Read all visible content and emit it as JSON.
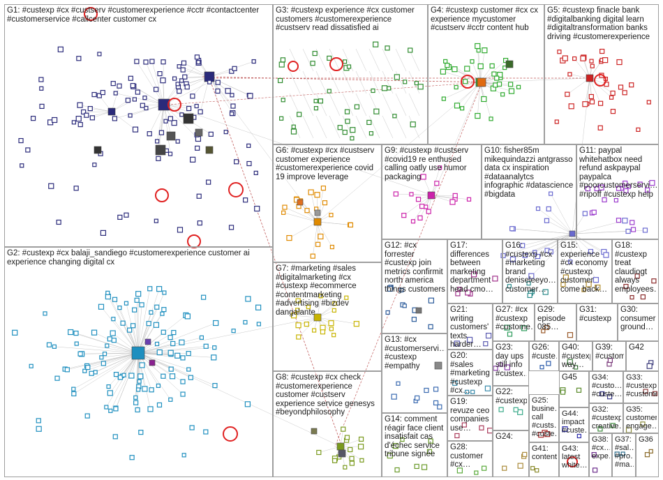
{
  "colors": {
    "border": "#9e9e9e",
    "edge": "#b9b9b9",
    "cross_edge": "#b03030",
    "G1": "#2a2a7a",
    "G2": "#1e8fbf",
    "G3": "#2e8b2e",
    "G4": "#2eaa2e",
    "G5": "#cc2222",
    "G6": "#e08a00",
    "G7": "#c8b400",
    "G8": "#7a9a1e",
    "G9": "#cc22aa",
    "G10": "#6a6ad0",
    "G11": "#9a3acc",
    "self_loop": "#e02020"
  },
  "groups": [
    {
      "id": "G1",
      "label": "G1: #custexp #cx #custserv #customerexperience #cctr #contactcenter #customerservice #callcenter customer cx"
    },
    {
      "id": "G2",
      "label": "G2: #custexp #cx balaji_sandiego #customerexperience customer ai experience changing digital cx"
    },
    {
      "id": "G3",
      "label": "G3: #custexp experience #cx customer customers #customerexperience #custserv read dissatisfied ai"
    },
    {
      "id": "G4",
      "label": "G4: #custexp customer #cx cx experience mycustomer #custserv #cctr content hub"
    },
    {
      "id": "G5",
      "label": "G5: #custexp finacle bank #digitalbanking digital learn #digitaltransformation banks driving #customerexperience"
    },
    {
      "id": "G6",
      "label": "G6: #custexp #cx #custserv customer experience #customerexperience covid 19 improve leverage"
    },
    {
      "id": "G7",
      "label": "G7: #marketing #sales #digitalmarketing #cx #custexp #ecommerce #contentmarketing #advertising #bizdev dangalante"
    },
    {
      "id": "G8",
      "label": "G8: #custexp #cx check #customerexperience customer #custserv experience service genesys #beyondphilosophy"
    },
    {
      "id": "G9",
      "label": "G9: #custexp #custserv #covid19 re enthused calling oatly use humor packaging"
    },
    {
      "id": "G10",
      "label": "G10: fisher85m mikequindazzi antgrasso data cx inspiration #dataanalytcs infographic #datascience #bigdata"
    },
    {
      "id": "G11",
      "label": "G11: paypal whitehatbox need refund askpaypal paypalca #poorcustomerservi… #ripoff #custexp help"
    },
    {
      "id": "G12",
      "label": "G12: #cx forrester #custexp join metrics confirmit north america things customers"
    },
    {
      "id": "G13",
      "label": "G13: #cx #customerservi… #custexp #empathy"
    },
    {
      "id": "G14",
      "label": "G14: comment réagir face client insatisfait cas d'échec service tribune signée"
    },
    {
      "id": "G15",
      "label": "G15: experience #cx economy #custexp customer come back…"
    },
    {
      "id": "G16",
      "label": "G16: #custexp #cx #marketing brand deniseleeyo… customer…"
    },
    {
      "id": "G17",
      "label": "G17: differences between marketing department head cmo…"
    },
    {
      "id": "G18",
      "label": "G18: #custexp treat claudiogt always employees…"
    },
    {
      "id": "G19",
      "label": "G19: revuze ceo companies use…"
    },
    {
      "id": "G20",
      "label": "G20: #sales #marketing #custexp #cx…"
    },
    {
      "id": "G21",
      "label": "G21: writing customers' texts harder…"
    },
    {
      "id": "G22",
      "label": "G22: #custexp"
    },
    {
      "id": "G23",
      "label": "G23: day ups still info #custex…"
    },
    {
      "id": "G24",
      "label": "G24:"
    },
    {
      "id": "G25",
      "label": "G25: busine… call #custs… #custe…"
    },
    {
      "id": "G26",
      "label": "G26: #custe…"
    },
    {
      "id": "G27",
      "label": "G27: #cx #custexp #custome…"
    },
    {
      "id": "G28",
      "label": "G28: customer #cx…"
    },
    {
      "id": "G29",
      "label": "G29: episode 085…"
    },
    {
      "id": "G30",
      "label": "G30: consumer ground…"
    },
    {
      "id": "G31",
      "label": "G31: #custexp"
    },
    {
      "id": "G32",
      "label": "G32: #custexp creative…"
    },
    {
      "id": "G33",
      "label": "G33: #custexp #custome…"
    },
    {
      "id": "G34",
      "label": "G34: #custo… #custe…"
    },
    {
      "id": "G35",
      "label": "G35: customer engage…"
    },
    {
      "id": "G36",
      "label": "G36"
    },
    {
      "id": "G37",
      "label": "G37: #sal… #pro… #ma…"
    },
    {
      "id": "G38",
      "label": "G38: #cx… expe…"
    },
    {
      "id": "G39",
      "label": "G39: #custom…"
    },
    {
      "id": "G40",
      "label": "G40: #custexp way…"
    },
    {
      "id": "G41",
      "label": "G41: content"
    },
    {
      "id": "G42",
      "label": "G42"
    },
    {
      "id": "G43",
      "label": "G43: latest white…"
    },
    {
      "id": "G44",
      "label": "G44: impact #custe…"
    },
    {
      "id": "G45",
      "label": "G45"
    }
  ]
}
